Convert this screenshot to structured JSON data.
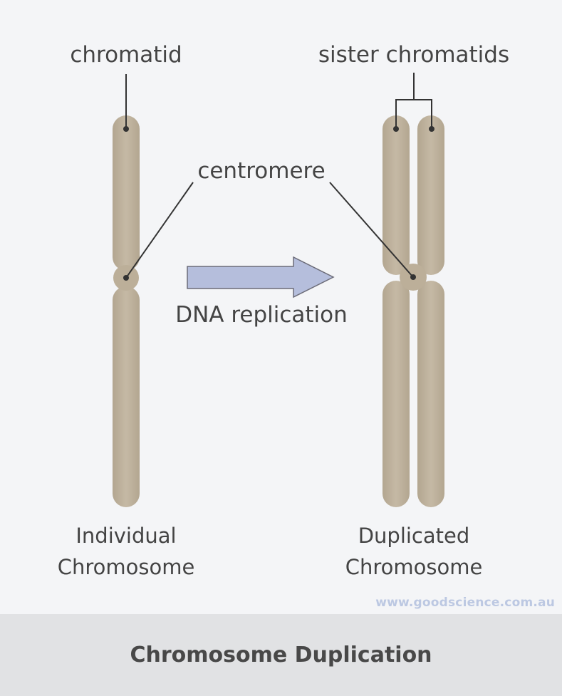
{
  "labels": {
    "chromatid": "chromatid",
    "sister_chromatids": "sister chromatids",
    "centromere": "centromere",
    "dna_replication": "DNA replication",
    "individual_line1": "Individual",
    "individual_line2": "Chromosome",
    "duplicated_line1": "Duplicated",
    "duplicated_line2": "Chromosome"
  },
  "watermark": "www.goodscience.com.au",
  "footer_title": "Chromosome Duplication",
  "colors": {
    "chromosome": "#b9ac96",
    "chromosome_highlight": "#c6baa6",
    "arrow_fill": "#b5bedc",
    "arrow_stroke": "#6c6c78",
    "leader_line": "#333333",
    "text": "#444444",
    "footer_bg": "#e1e2e4",
    "background": "#f4f5f7"
  }
}
